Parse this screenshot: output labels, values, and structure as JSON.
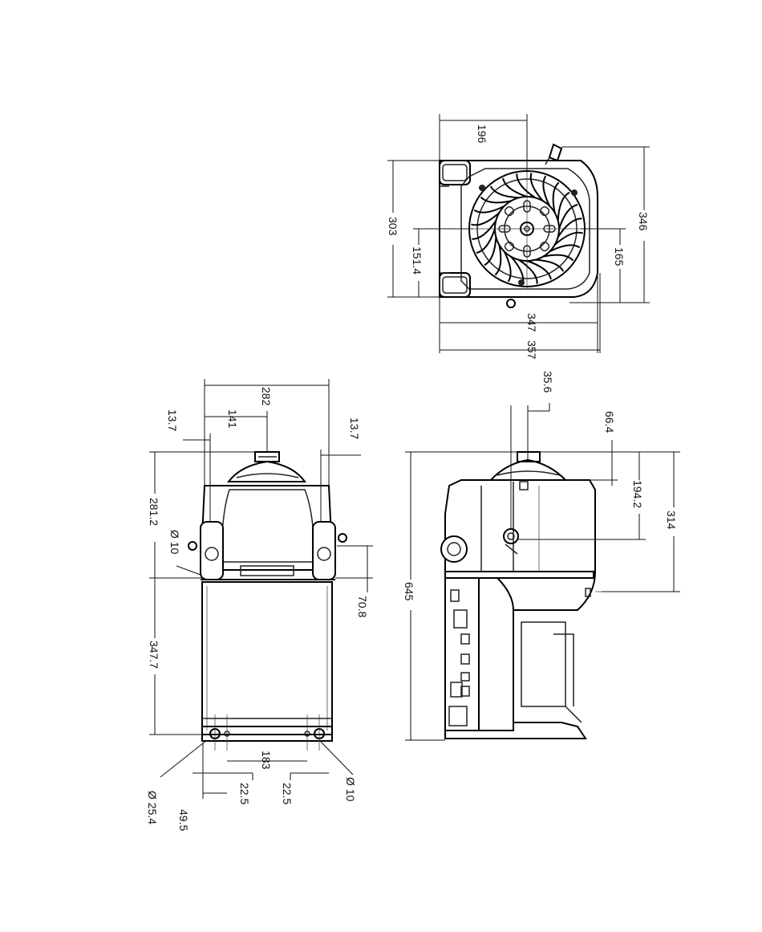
{
  "drawing": {
    "top_view": {
      "dims": {
        "d196": "196",
        "d303": "303",
        "d346": "346",
        "d151_4": "151.4",
        "d165": "165",
        "d347": "347",
        "d357": "357"
      }
    },
    "front_view": {
      "dims": {
        "d282": "282",
        "d141": "141",
        "d13_7_left": "13.7",
        "d13_7_right": "13.7",
        "d281_2": "281.2",
        "dia10_upper": "Ø 10",
        "d70_8": "70.8",
        "d347_7": "347.7",
        "d183": "183",
        "dia25_4": "Ø 25.4",
        "d49_5": "49.5",
        "d22_5_left": "22.5",
        "d22_5_right": "22.5",
        "dia10_lower": "Ø 10"
      }
    },
    "side_view": {
      "dims": {
        "d35_6": "35.6",
        "d66_4": "66.4",
        "d194_2": "194.2",
        "d314": "314",
        "d645": "645"
      }
    }
  }
}
